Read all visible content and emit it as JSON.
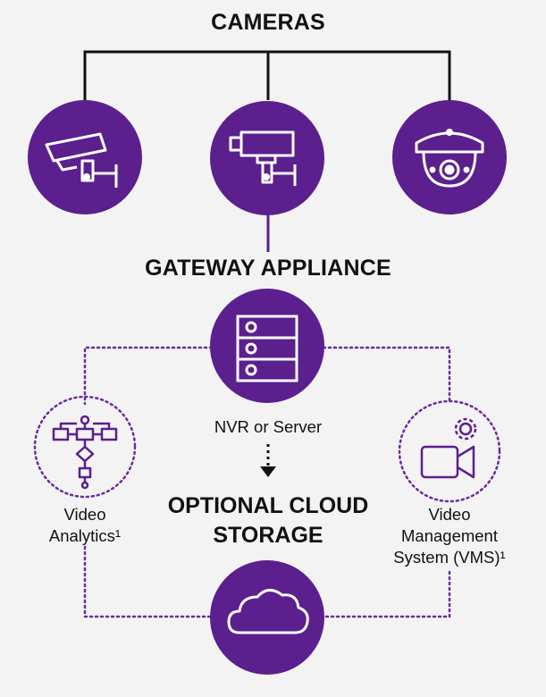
{
  "colors": {
    "purple": "#5b1f8e",
    "line": "#111111",
    "dotted": "#6b2b9c",
    "background": "#f3f3f3"
  },
  "titles": {
    "cameras": "CAMERAS",
    "gateway": "GATEWAY APPLIANCE",
    "cloud_line1": "OPTIONAL CLOUD",
    "cloud_line2": "STORAGE"
  },
  "labels": {
    "nvr": "NVR or Server",
    "analytics_line1": "Video",
    "analytics_line2": "Analytics¹",
    "vms_line1": "Video",
    "vms_line2": "Management",
    "vms_line3": "System (VMS)¹"
  },
  "icons": {
    "camera_left": "bullet-camera-icon",
    "camera_center": "box-camera-icon",
    "camera_right": "dome-camera-icon",
    "gateway": "server-rack-icon",
    "analytics": "flowchart-icon",
    "vms": "video-camera-gear-icon",
    "cloud": "cloud-icon"
  }
}
